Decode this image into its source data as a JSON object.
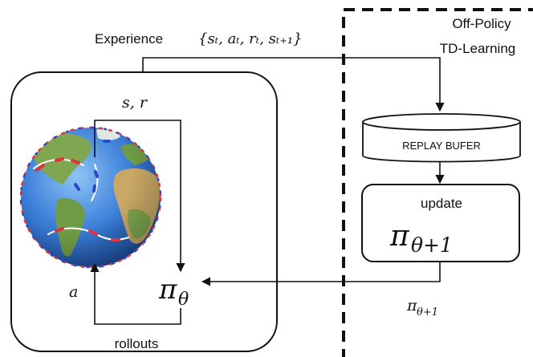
{
  "offpolicy": {
    "line1": "Off-Policy",
    "line2": "TD-Learning"
  },
  "experience_label": "Experience",
  "experience_tuple": "{sₜ, aₜ, rₜ, sₜ₊₁}",
  "state_reward": "s, r",
  "action": "a",
  "policy": {
    "symbol": "π",
    "subscript": "θ"
  },
  "rollouts": "rollouts",
  "replay_buffer": "REPLAY BUFER",
  "update_box": {
    "label": "update",
    "symbol": "π",
    "subscript": "θ+1"
  },
  "updated_policy": {
    "symbol": "π",
    "subscript": "θ+1"
  },
  "colors": {
    "ocean": "#3c7fd8",
    "land": "#7fa650",
    "desert": "#c9a866",
    "current_warm": "#d9363e",
    "current_cold": "#2a48c8"
  },
  "icons": {
    "globe": "earth-globe-icon",
    "database": "cylinder-database-icon"
  }
}
